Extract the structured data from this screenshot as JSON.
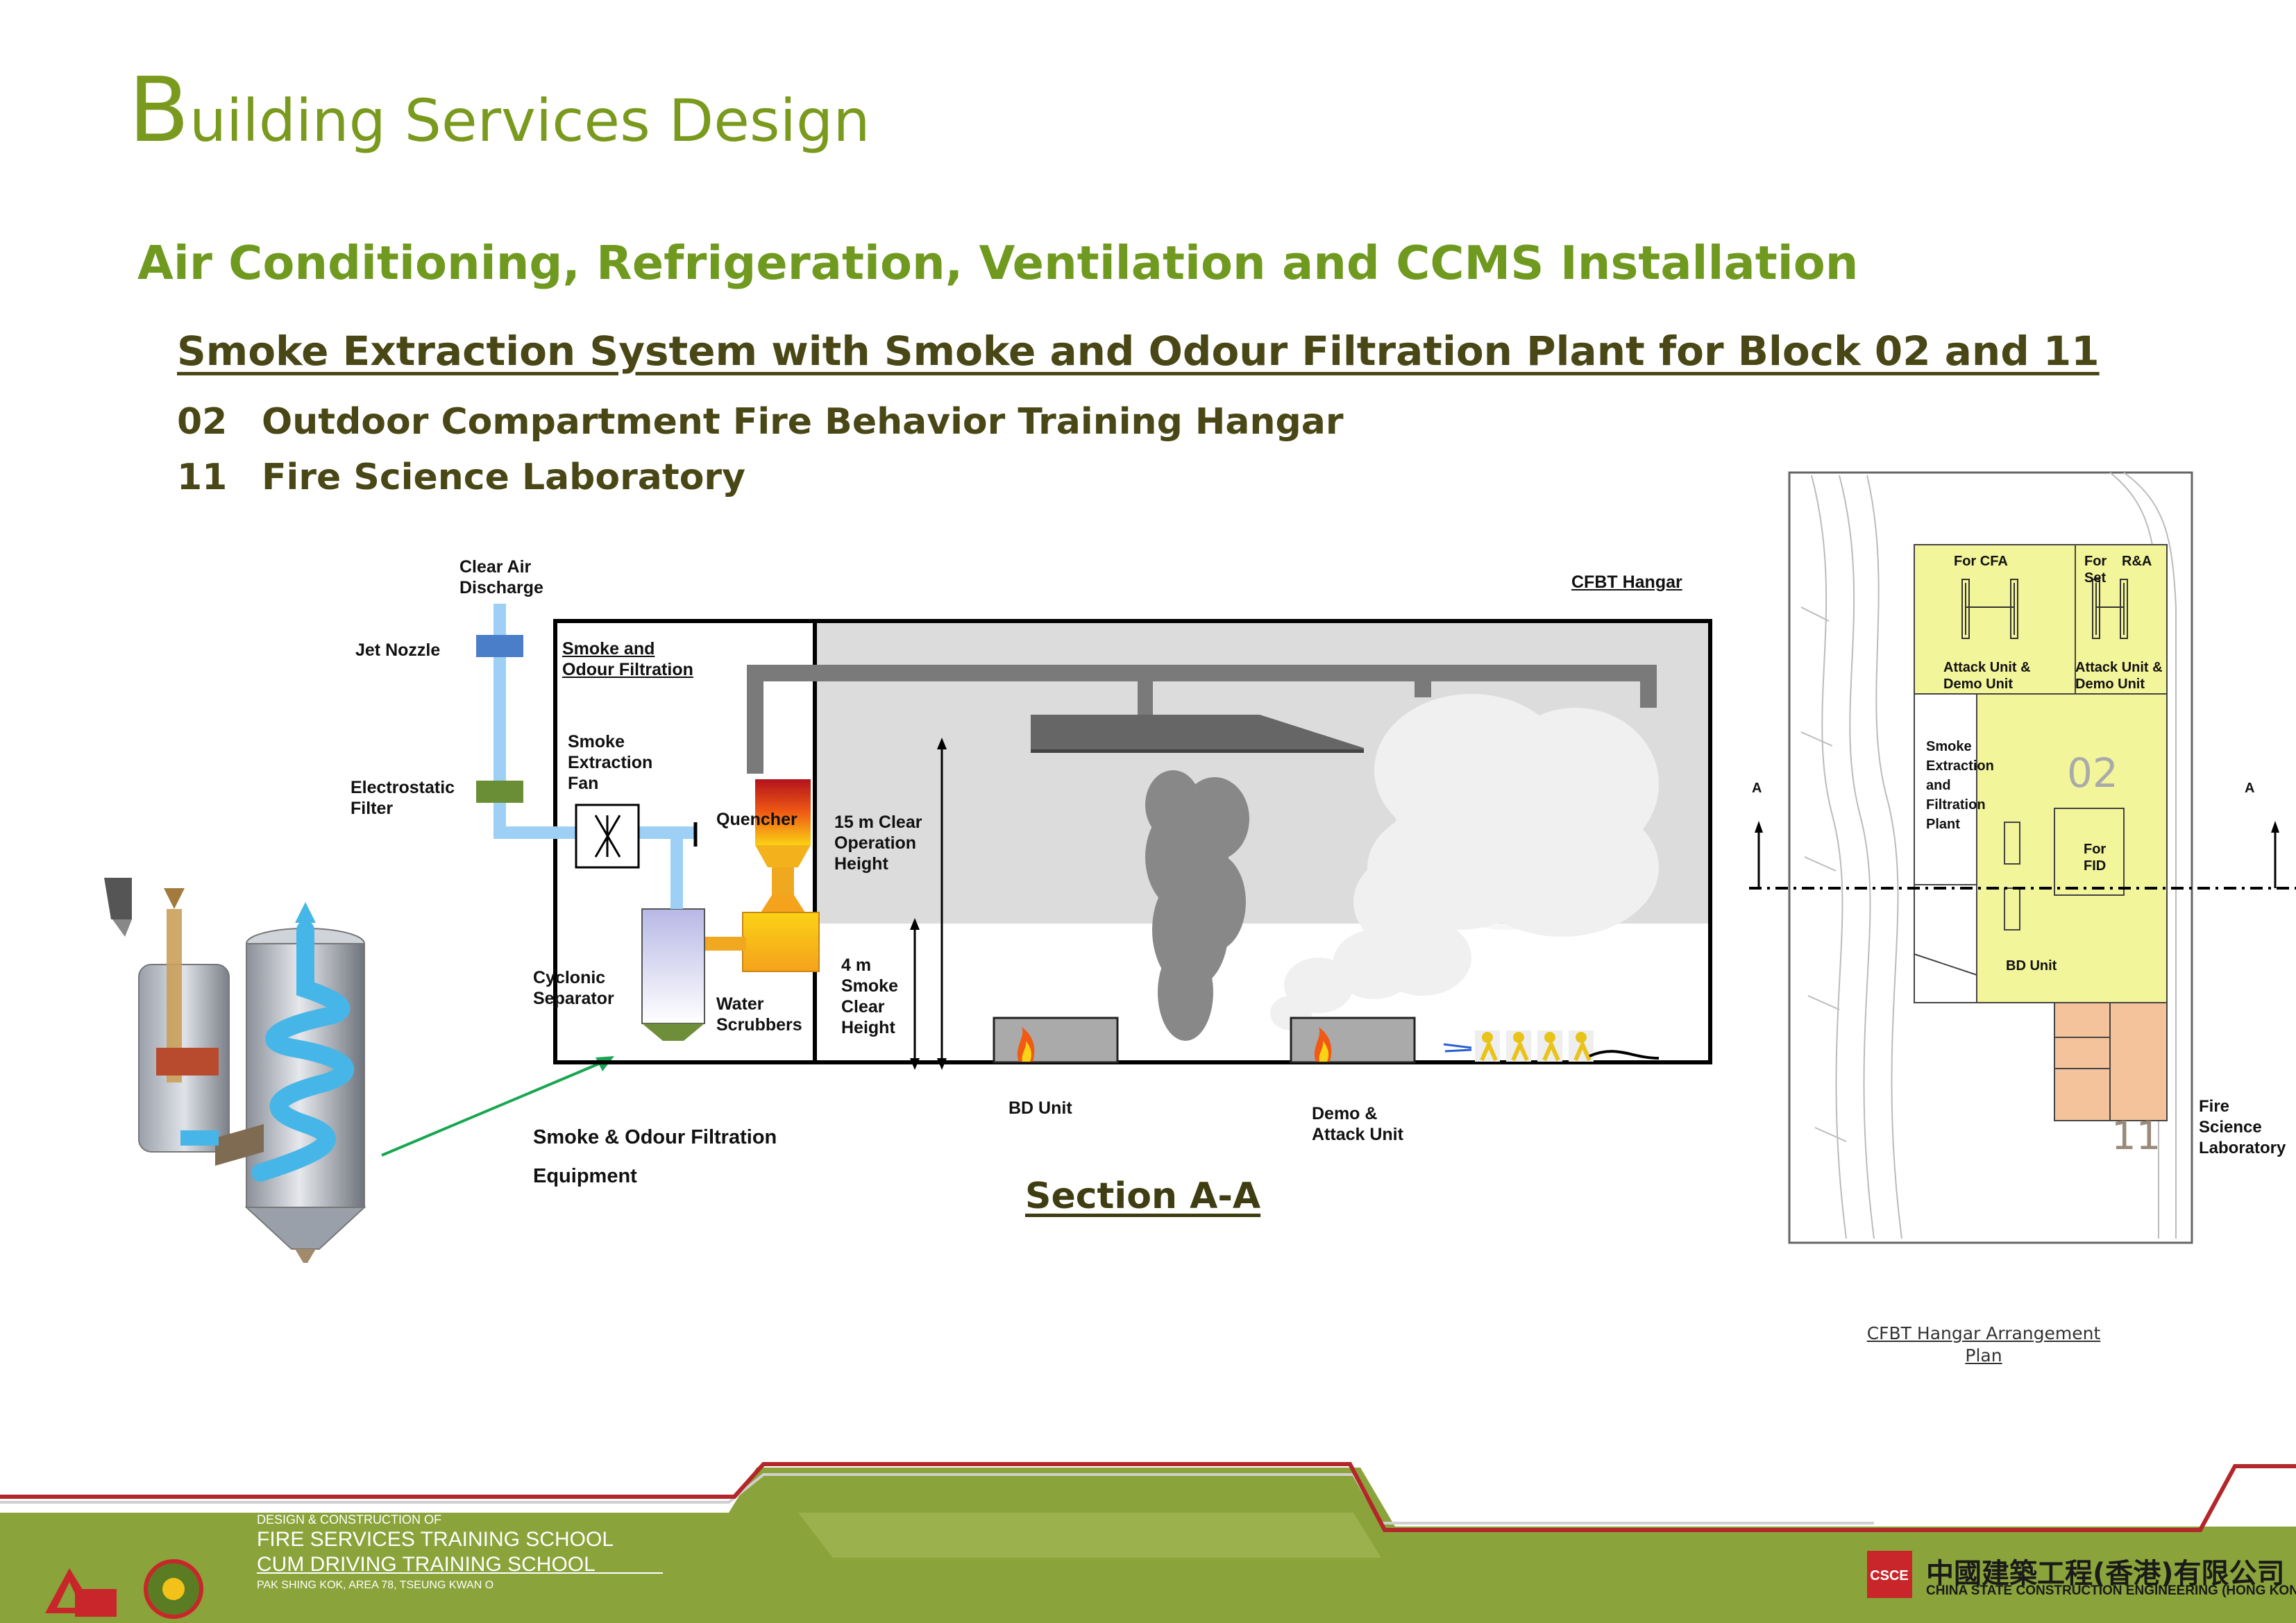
{
  "header": {
    "title_initial": "B",
    "title_rest": "uilding Services Design",
    "subtitle": "Air Conditioning, Refrigeration, Ventilation and CCMS Installation",
    "section_title": "Smoke Extraction System with Smoke and Odour Filtration Plant for Block 02 and 11",
    "blocks": [
      {
        "num": "02",
        "name": "Outdoor Compartment Fire Behavior Training Hangar"
      },
      {
        "num": "11",
        "name": "Fire Science Laboratory"
      }
    ]
  },
  "section_diagram": {
    "labels": {
      "clear_air_discharge": "Clear Air\nDischarge",
      "jet_nozzle": "Jet Nozzle",
      "electrostatic_filter": "Electrostatic\nFilter",
      "smoke_and_odour_filtration": "Smoke and\nOdour Filtration",
      "smoke_extraction_fan": "Smoke\nExtraction\nFan",
      "quencher": "Quencher",
      "cyclonic_separator": "Cyclonic\nSeparator",
      "water_scrubbers": "Water\nScrubbers",
      "cfbt_hangar": "CFBT Hangar",
      "clear_operation_height": "15 m Clear\nOperation\nHeight",
      "smoke_clear_height": "4 m\nSmoke\nClear\nHeight",
      "bd_unit": "BD Unit",
      "demo_attack_unit": "Demo &\nAttack Unit",
      "equipment_line1": "Smoke & Odour Filtration",
      "equipment_line2": "Equipment"
    },
    "section_label": "Section A-A"
  },
  "plan": {
    "labels": {
      "for_cfa": "For CFA",
      "for_set": "For\nSet",
      "ra": "R&A",
      "attack_demo_1": "Attack Unit &\nDemo Unit",
      "attack_demo_2": "Attack Unit &\nDemo Unit",
      "smoke_plant": "Smoke\nExtraction\nand\nFiltration\nPlant",
      "block_02": "02",
      "for_fid": "For\nFID",
      "bd_unit": "BD Unit",
      "block_11": "11",
      "fire_science_lab": "Fire\nScience\nLaboratory",
      "section_mark_left": "A",
      "section_mark_right": "A"
    },
    "caption_line1": "CFBT Hangar Arrangement",
    "caption_line2": "Plan"
  },
  "footer": {
    "line1": "DESIGN & CONSTRUCTION OF",
    "line2": "FIRE SERVICES TRAINING SCHOOL",
    "line3": "CUM DRIVING TRAINING SCHOOL",
    "line4": "PAK SHING KOK, AREA 78, TSEUNG KWAN O",
    "company_cn": "中國建築工程(香港)有限公司",
    "company_en": "CHINA STATE CONSTRUCTION ENGINEERING (HONG KONG) LTD."
  },
  "colors": {
    "title_green": "#7a9a1e",
    "heading_dark": "#4a4716",
    "footer_green": "#8aa33a",
    "footer_red_line": "#b3262a",
    "plan_yellow": "#f3f59a",
    "plan_orange": "#f4c39b"
  }
}
